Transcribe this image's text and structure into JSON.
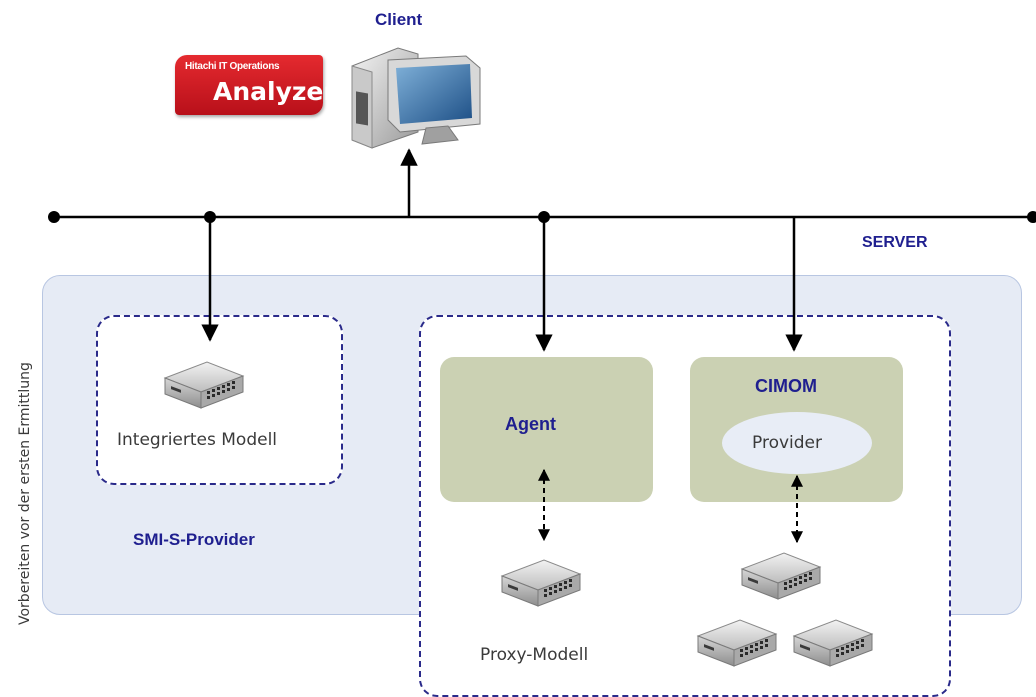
{
  "client": {
    "label": "Client"
  },
  "logo": {
    "small_text": "Hitachi IT Operations",
    "big_text": "Analyzer",
    "color": "#d4141c"
  },
  "server": {
    "label": "SERVER"
  },
  "side_label": "Vorbereiten vor der ersten Ermittlung",
  "integrated": {
    "label": "Integriertes Modell"
  },
  "smi_s": {
    "label": "SMI-S-Provider"
  },
  "agent": {
    "label": "Agent"
  },
  "cimom": {
    "label": "CIMOM",
    "provider_label": "Provider"
  },
  "proxy": {
    "label": "Proxy-Modell"
  },
  "colors": {
    "server_panel": "#e6ebf5",
    "green_box": "#cbd1b3",
    "dashed_border": "#2a2a8a",
    "title_blue": "#1f1f8f"
  },
  "icons": [
    "computer-icon",
    "network-device-icon"
  ]
}
